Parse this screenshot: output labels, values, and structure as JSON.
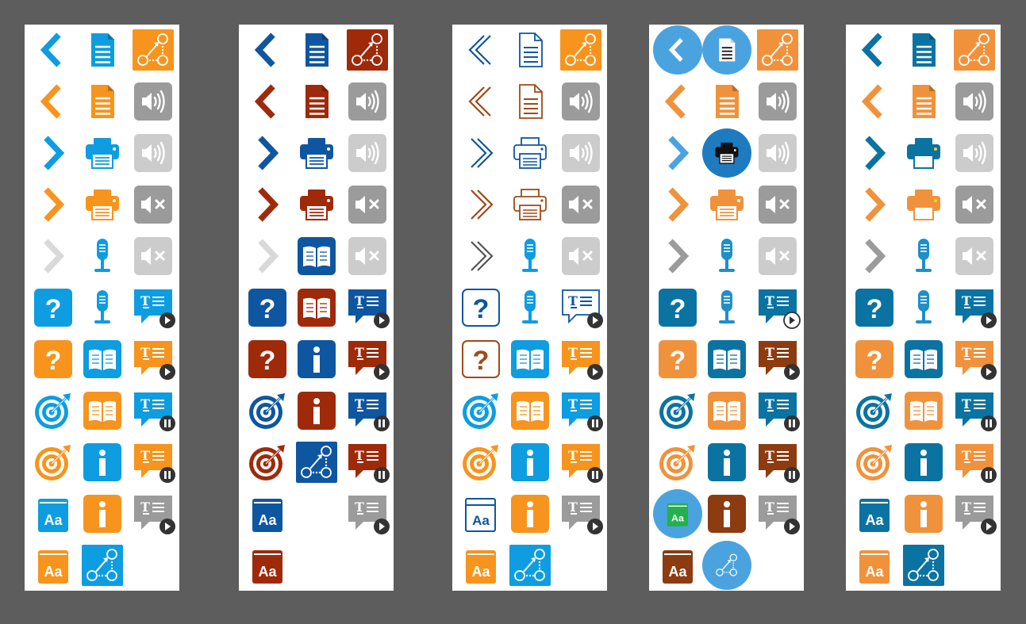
{
  "page": {
    "background": "#5d5d5d",
    "sheet_background": "#ffffff"
  },
  "glyphs": {
    "question": "?",
    "info": "i",
    "aa": "Aa",
    "t_label": "T"
  },
  "sheets": [
    {
      "name": "flat-blue-orange",
      "icons": [
        [
          {
            "icon": "chevron-left-icon",
            "color": "#0d9de0"
          },
          {
            "icon": "document-icon",
            "color": "#0d9de0"
          },
          {
            "icon": "concept-map-icon",
            "color": "#f7941d"
          }
        ],
        [
          {
            "icon": "chevron-left-icon",
            "color": "#f7941d"
          },
          {
            "icon": "document-icon",
            "color": "#f7941d"
          },
          {
            "icon": "speaker-icon",
            "color": "#9b9b9b"
          }
        ],
        [
          {
            "icon": "chevron-right-icon",
            "color": "#0d9de0"
          },
          {
            "icon": "printer-icon",
            "color": "#0d9de0"
          },
          {
            "icon": "speaker-icon",
            "color": "#cccccc"
          }
        ],
        [
          {
            "icon": "chevron-right-icon",
            "color": "#f7941d"
          },
          {
            "icon": "printer-icon",
            "color": "#f7941d"
          },
          {
            "icon": "mute-icon",
            "color": "#9b9b9b"
          }
        ],
        [
          {
            "icon": "chevron-right-icon",
            "color": "#d9d9d9"
          },
          {
            "icon": "microphone-icon",
            "color": "#0d9de0"
          },
          {
            "icon": "mute-icon",
            "color": "#cccccc"
          }
        ],
        [
          {
            "icon": "help-icon",
            "color": "#0d9de0"
          },
          {
            "icon": "microphone-icon",
            "color": "#0d9de0"
          },
          {
            "icon": "tts-play-icon",
            "color": "#0d9de0"
          }
        ],
        [
          {
            "icon": "help-icon",
            "color": "#f7941d"
          },
          {
            "icon": "book-icon",
            "color": "#0d9de0"
          },
          {
            "icon": "tts-play-icon",
            "color": "#f7941d"
          }
        ],
        [
          {
            "icon": "target-icon",
            "color": "#0d9de0"
          },
          {
            "icon": "book-icon",
            "color": "#f7941d"
          },
          {
            "icon": "tts-pause-icon",
            "color": "#0d9de0"
          }
        ],
        [
          {
            "icon": "target-icon",
            "color": "#f7941d"
          },
          {
            "icon": "info-icon",
            "color": "#0d9de0"
          },
          {
            "icon": "tts-pause-icon",
            "color": "#f7941d"
          }
        ],
        [
          {
            "icon": "dictionary-icon",
            "color": "#0d9de0"
          },
          {
            "icon": "info-icon",
            "color": "#f7941d"
          },
          {
            "icon": "tts-play-icon",
            "color": "#9b9b9b"
          }
        ],
        [
          {
            "icon": "dictionary-icon",
            "color": "#f7941d"
          },
          {
            "icon": "concept-map-icon",
            "color": "#0d9de0"
          },
          null
        ]
      ]
    },
    {
      "name": "flat-navy-rust",
      "icons": [
        [
          {
            "icon": "chevron-left-icon",
            "color": "#0f56a0"
          },
          {
            "icon": "document-icon",
            "color": "#0f56a0"
          },
          {
            "icon": "concept-map-icon",
            "color": "#9e2a0a"
          }
        ],
        [
          {
            "icon": "chevron-left-icon",
            "color": "#9e2a0a"
          },
          {
            "icon": "document-icon",
            "color": "#9e2a0a"
          },
          {
            "icon": "speaker-icon",
            "color": "#9b9b9b"
          }
        ],
        [
          {
            "icon": "chevron-right-icon",
            "color": "#0f56a0"
          },
          {
            "icon": "printer-icon",
            "color": "#0f56a0"
          },
          {
            "icon": "speaker-icon",
            "color": "#cccccc"
          }
        ],
        [
          {
            "icon": "chevron-right-icon",
            "color": "#9e2a0a"
          },
          {
            "icon": "printer-icon",
            "color": "#9e2a0a"
          },
          {
            "icon": "mute-icon",
            "color": "#9b9b9b"
          }
        ],
        [
          {
            "icon": "chevron-right-icon",
            "color": "#d9d9d9"
          },
          {
            "icon": "book-icon",
            "color": "#0f56a0"
          },
          {
            "icon": "mute-icon",
            "color": "#cccccc"
          }
        ],
        [
          {
            "icon": "help-icon",
            "color": "#0f56a0"
          },
          {
            "icon": "book-icon",
            "color": "#9e2a0a"
          },
          {
            "icon": "tts-play-icon",
            "color": "#0f56a0"
          }
        ],
        [
          {
            "icon": "help-icon",
            "color": "#9e2a0a"
          },
          {
            "icon": "info-icon",
            "color": "#0f56a0"
          },
          {
            "icon": "tts-play-icon",
            "color": "#9e2a0a"
          }
        ],
        [
          {
            "icon": "target-icon",
            "color": "#0f56a0"
          },
          {
            "icon": "info-icon",
            "color": "#9e2a0a"
          },
          {
            "icon": "tts-pause-icon",
            "color": "#0f56a0"
          }
        ],
        [
          {
            "icon": "target-icon",
            "color": "#9e2a0a"
          },
          {
            "icon": "concept-map-icon",
            "color": "#0f56a0"
          },
          {
            "icon": "tts-pause-icon",
            "color": "#9e2a0a"
          }
        ],
        [
          {
            "icon": "dictionary-icon",
            "color": "#0f56a0"
          },
          null,
          {
            "icon": "tts-play-icon",
            "color": "#9b9b9b"
          }
        ],
        [
          {
            "icon": "dictionary-icon",
            "color": "#9e2a0a"
          },
          null,
          null
        ]
      ]
    },
    {
      "name": "outline",
      "icons": [
        [
          {
            "icon": "chevron-left-icon",
            "color": "#0f56a0",
            "style": "outline"
          },
          {
            "icon": "document-icon",
            "color": "#0f56a0",
            "style": "outline"
          },
          {
            "icon": "concept-map-icon",
            "color": "#f7941d"
          }
        ],
        [
          {
            "icon": "chevron-left-icon",
            "color": "#9e4a1a",
            "style": "outline"
          },
          {
            "icon": "document-icon",
            "color": "#9e4a1a",
            "style": "outline"
          },
          {
            "icon": "speaker-icon",
            "color": "#9b9b9b"
          }
        ],
        [
          {
            "icon": "chevron-right-icon",
            "color": "#0f56a0",
            "style": "outline"
          },
          {
            "icon": "printer-icon",
            "color": "#0f56a0",
            "style": "outline"
          },
          {
            "icon": "speaker-icon",
            "color": "#cccccc"
          }
        ],
        [
          {
            "icon": "chevron-right-icon",
            "color": "#9e4a1a",
            "style": "outline"
          },
          {
            "icon": "printer-icon",
            "color": "#9e4a1a",
            "style": "outline"
          },
          {
            "icon": "mute-icon",
            "color": "#9b9b9b"
          }
        ],
        [
          {
            "icon": "chevron-right-icon",
            "color": "#555555",
            "style": "outline"
          },
          {
            "icon": "microphone-icon",
            "color": "#0d9de0"
          },
          {
            "icon": "mute-icon",
            "color": "#cccccc"
          }
        ],
        [
          {
            "icon": "help-icon",
            "color": "#0f56a0",
            "style": "outline"
          },
          {
            "icon": "microphone-icon",
            "color": "#0d9de0"
          },
          {
            "icon": "tts-play-icon",
            "color": "#0f56a0",
            "style": "outline"
          }
        ],
        [
          {
            "icon": "help-icon",
            "color": "#9e4a1a",
            "style": "outline"
          },
          {
            "icon": "book-icon",
            "color": "#0d9de0"
          },
          {
            "icon": "tts-play-icon",
            "color": "#f7941d"
          }
        ],
        [
          {
            "icon": "target-icon",
            "color": "#0d9de0"
          },
          {
            "icon": "book-icon",
            "color": "#f7941d"
          },
          {
            "icon": "tts-pause-icon",
            "color": "#0d9de0"
          }
        ],
        [
          {
            "icon": "target-icon",
            "color": "#f7941d"
          },
          {
            "icon": "info-icon",
            "color": "#0d9de0"
          },
          {
            "icon": "tts-pause-icon",
            "color": "#f7941d"
          }
        ],
        [
          {
            "icon": "dictionary-icon",
            "color": "#0f56a0",
            "style": "outline"
          },
          {
            "icon": "info-icon",
            "color": "#f7941d"
          },
          {
            "icon": "tts-play-icon",
            "color": "#9b9b9b"
          }
        ],
        [
          {
            "icon": "dictionary-icon",
            "color": "#f7941d"
          },
          {
            "icon": "concept-map-icon",
            "color": "#0d9de0"
          },
          null
        ]
      ]
    },
    {
      "name": "mixed-circles",
      "icons": [
        [
          {
            "icon": "chevron-left-icon",
            "color": "#ffffff",
            "circle": "#4aa3df"
          },
          {
            "icon": "document-icon",
            "color": "#111111",
            "circle": "#4aa3df",
            "inner": "#ffffff"
          },
          {
            "icon": "concept-map-icon",
            "color": "#f0923c"
          }
        ],
        [
          {
            "icon": "chevron-left-icon",
            "color": "#f0923c"
          },
          {
            "icon": "document-icon",
            "color": "#f0923c"
          },
          {
            "icon": "speaker-icon",
            "color": "#9b9b9b"
          }
        ],
        [
          {
            "icon": "chevron-right-icon",
            "color": "#4aa3df"
          },
          {
            "icon": "printer-icon",
            "color": "#111111",
            "circle": "#1e7bbf"
          },
          {
            "icon": "speaker-icon",
            "color": "#cccccc"
          }
        ],
        [
          {
            "icon": "chevron-right-icon",
            "color": "#f0923c"
          },
          {
            "icon": "printer-icon",
            "color": "#f0923c"
          },
          {
            "icon": "mute-icon",
            "color": "#9b9b9b"
          }
        ],
        [
          {
            "icon": "chevron-right-icon",
            "color": "#9b9b9b"
          },
          {
            "icon": "microphone-icon",
            "color": "#1e8fc7"
          },
          {
            "icon": "mute-icon",
            "color": "#cccccc"
          }
        ],
        [
          {
            "icon": "help-icon",
            "color": "#0b73a1"
          },
          {
            "icon": "microphone-icon",
            "color": "#1e8fc7"
          },
          {
            "icon": "tts-play-icon",
            "color": "#0b73a1",
            "badge_style": "outline"
          }
        ],
        [
          {
            "icon": "help-icon",
            "color": "#f0923c"
          },
          {
            "icon": "book-icon",
            "color": "#0b73a1"
          },
          {
            "icon": "tts-play-icon",
            "color": "#8c3c10"
          }
        ],
        [
          {
            "icon": "target-icon",
            "color": "#0b73a1"
          },
          {
            "icon": "book-icon",
            "color": "#f0923c"
          },
          {
            "icon": "tts-pause-icon",
            "color": "#0b73a1"
          }
        ],
        [
          {
            "icon": "target-icon",
            "color": "#f0923c"
          },
          {
            "icon": "info-icon",
            "color": "#0b73a1"
          },
          {
            "icon": "tts-pause-icon",
            "color": "#8c3c10"
          }
        ],
        [
          {
            "icon": "dictionary-icon",
            "color": "#22b14c",
            "circle": "#4aa3df"
          },
          {
            "icon": "info-icon",
            "color": "#8c3c10"
          },
          {
            "icon": "tts-play-icon",
            "color": "#9b9b9b"
          }
        ],
        [
          {
            "icon": "dictionary-icon",
            "color": "#8c3c10"
          },
          {
            "icon": "concept-map-icon",
            "color": "#ffffff",
            "circle": "#4aa3df",
            "bare": true
          },
          null
        ]
      ]
    },
    {
      "name": "teal-orange",
      "icons": [
        [
          {
            "icon": "chevron-left-icon",
            "color": "#0b73a1"
          },
          {
            "icon": "document-icon",
            "color": "#0b73a1"
          },
          {
            "icon": "concept-map-icon",
            "color": "#f0923c"
          }
        ],
        [
          {
            "icon": "chevron-left-icon",
            "color": "#f0923c"
          },
          {
            "icon": "document-icon",
            "color": "#f0923c"
          },
          {
            "icon": "speaker-icon",
            "color": "#9b9b9b"
          }
        ],
        [
          {
            "icon": "chevron-right-icon",
            "color": "#0b73a1"
          },
          {
            "icon": "printer-icon",
            "color": "#0b73a1",
            "style": "solid"
          },
          {
            "icon": "speaker-icon",
            "color": "#cccccc"
          }
        ],
        [
          {
            "icon": "chevron-right-icon",
            "color": "#f0923c"
          },
          {
            "icon": "printer-icon",
            "color": "#f0923c",
            "style": "solid"
          },
          {
            "icon": "mute-icon",
            "color": "#9b9b9b"
          }
        ],
        [
          {
            "icon": "chevron-right-icon",
            "color": "#9b9b9b"
          },
          {
            "icon": "microphone-icon",
            "color": "#1e8fc7"
          },
          {
            "icon": "mute-icon",
            "color": "#cccccc"
          }
        ],
        [
          {
            "icon": "help-icon",
            "color": "#0b73a1"
          },
          {
            "icon": "microphone-icon",
            "color": "#1e8fc7"
          },
          {
            "icon": "tts-play-icon",
            "color": "#0b73a1"
          }
        ],
        [
          {
            "icon": "help-icon",
            "color": "#f0923c"
          },
          {
            "icon": "book-icon",
            "color": "#0b73a1"
          },
          {
            "icon": "tts-play-icon",
            "color": "#f0923c"
          }
        ],
        [
          {
            "icon": "target-icon",
            "color": "#0b73a1"
          },
          {
            "icon": "book-icon",
            "color": "#f0923c"
          },
          {
            "icon": "tts-pause-icon",
            "color": "#0b73a1"
          }
        ],
        [
          {
            "icon": "target-icon",
            "color": "#f0923c"
          },
          {
            "icon": "info-icon",
            "color": "#0b73a1"
          },
          {
            "icon": "tts-pause-icon",
            "color": "#f0923c"
          }
        ],
        [
          {
            "icon": "dictionary-icon",
            "color": "#0b73a1"
          },
          {
            "icon": "info-icon",
            "color": "#f0923c"
          },
          {
            "icon": "tts-play-icon",
            "color": "#9b9b9b"
          }
        ],
        [
          {
            "icon": "dictionary-icon",
            "color": "#f0923c"
          },
          {
            "icon": "concept-map-icon",
            "color": "#0b73a1"
          },
          null
        ]
      ]
    }
  ]
}
